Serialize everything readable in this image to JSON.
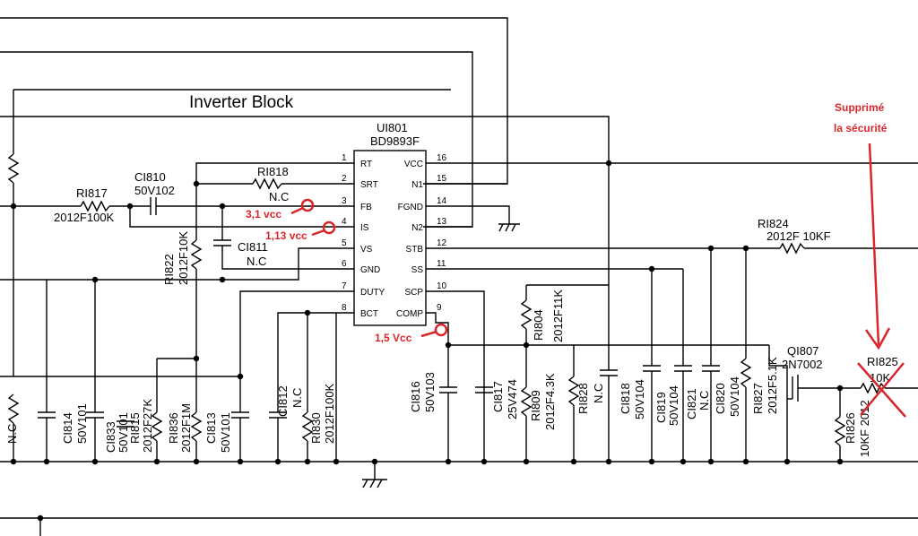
{
  "block_title": "Inverter Block",
  "ic": {
    "ref": "UI801",
    "part": "BD9893F",
    "left_pins": [
      {
        "no": "1",
        "name": "RT"
      },
      {
        "no": "2",
        "name": "SRT"
      },
      {
        "no": "3",
        "name": "FB"
      },
      {
        "no": "4",
        "name": "IS"
      },
      {
        "no": "5",
        "name": "VS"
      },
      {
        "no": "6",
        "name": "GND"
      },
      {
        "no": "7",
        "name": "DUTY"
      },
      {
        "no": "8",
        "name": "BCT"
      }
    ],
    "right_pins": [
      {
        "no": "16",
        "name": "VCC"
      },
      {
        "no": "15",
        "name": "N1"
      },
      {
        "no": "14",
        "name": "FGND"
      },
      {
        "no": "13",
        "name": "N2"
      },
      {
        "no": "12",
        "name": "STB"
      },
      {
        "no": "11",
        "name": "SS"
      },
      {
        "no": "10",
        "name": "SCP"
      },
      {
        "no": "9",
        "name": "COMP"
      }
    ]
  },
  "components": {
    "ci810": {
      "ref": "CI810",
      "value": "50V102"
    },
    "ri818": {
      "ref": "RI818",
      "value": "N.C"
    },
    "ri817": {
      "ref": "RI817",
      "value": "2012F100K"
    },
    "ci811": {
      "ref": "CI811",
      "value": "N.C"
    },
    "ri822": {
      "ref": "RI822",
      "value": "2012F10K"
    },
    "ri824": {
      "ref": "RI824",
      "value": "2012F 10KF"
    },
    "ci814": {
      "ref": "CI814",
      "value": "50V101"
    },
    "ci833": {
      "ref": "CI833",
      "value": "50V101"
    },
    "ri815": {
      "ref": "RI815",
      "value": "2012F27K"
    },
    "ri836": {
      "ref": "RI836",
      "value": "2012F1M"
    },
    "ci813": {
      "ref": "CI813",
      "value": "50V101"
    },
    "ci812": {
      "ref": "CI812",
      "value": "N.C"
    },
    "ri830": {
      "ref": "RI830",
      "value": "2012F100K"
    },
    "ci816": {
      "ref": "CI816",
      "value": "50V103"
    },
    "ci817": {
      "ref": "CI817",
      "value": "25V474"
    },
    "ri804": {
      "ref": "RI804",
      "value": "2012F11K"
    },
    "ri809": {
      "ref": "RI809",
      "value": "2012F4.3K"
    },
    "ri828": {
      "ref": "RI828",
      "value": "N.C"
    },
    "ci818": {
      "ref": "CI818",
      "value": "50V104"
    },
    "ci819": {
      "ref": "CI819",
      "value": "50V104"
    },
    "ci821": {
      "ref": "CI821",
      "value": "N.C"
    },
    "ci820": {
      "ref": "CI820",
      "value": "50V104"
    },
    "ri827": {
      "ref": "RI827",
      "value": "2012F5.1K"
    },
    "qi807": {
      "ref": "QI807",
      "value": "2N7002"
    },
    "ri825": {
      "ref": "RI825",
      "value": "10K"
    },
    "ri826": {
      "ref": "RI826",
      "value": "10KF 2012"
    },
    "left_nc": {
      "value": "N.C"
    }
  },
  "annotations": {
    "fb_voltage": "3,1 vcc",
    "is_voltage": "1,13 vcc",
    "comp_voltage": "1,5 Vcc",
    "note_line1": "Supprimé",
    "note_line2": "la sécurité"
  },
  "colors": {
    "annotation": "#d9262a",
    "wire": "#000000"
  }
}
